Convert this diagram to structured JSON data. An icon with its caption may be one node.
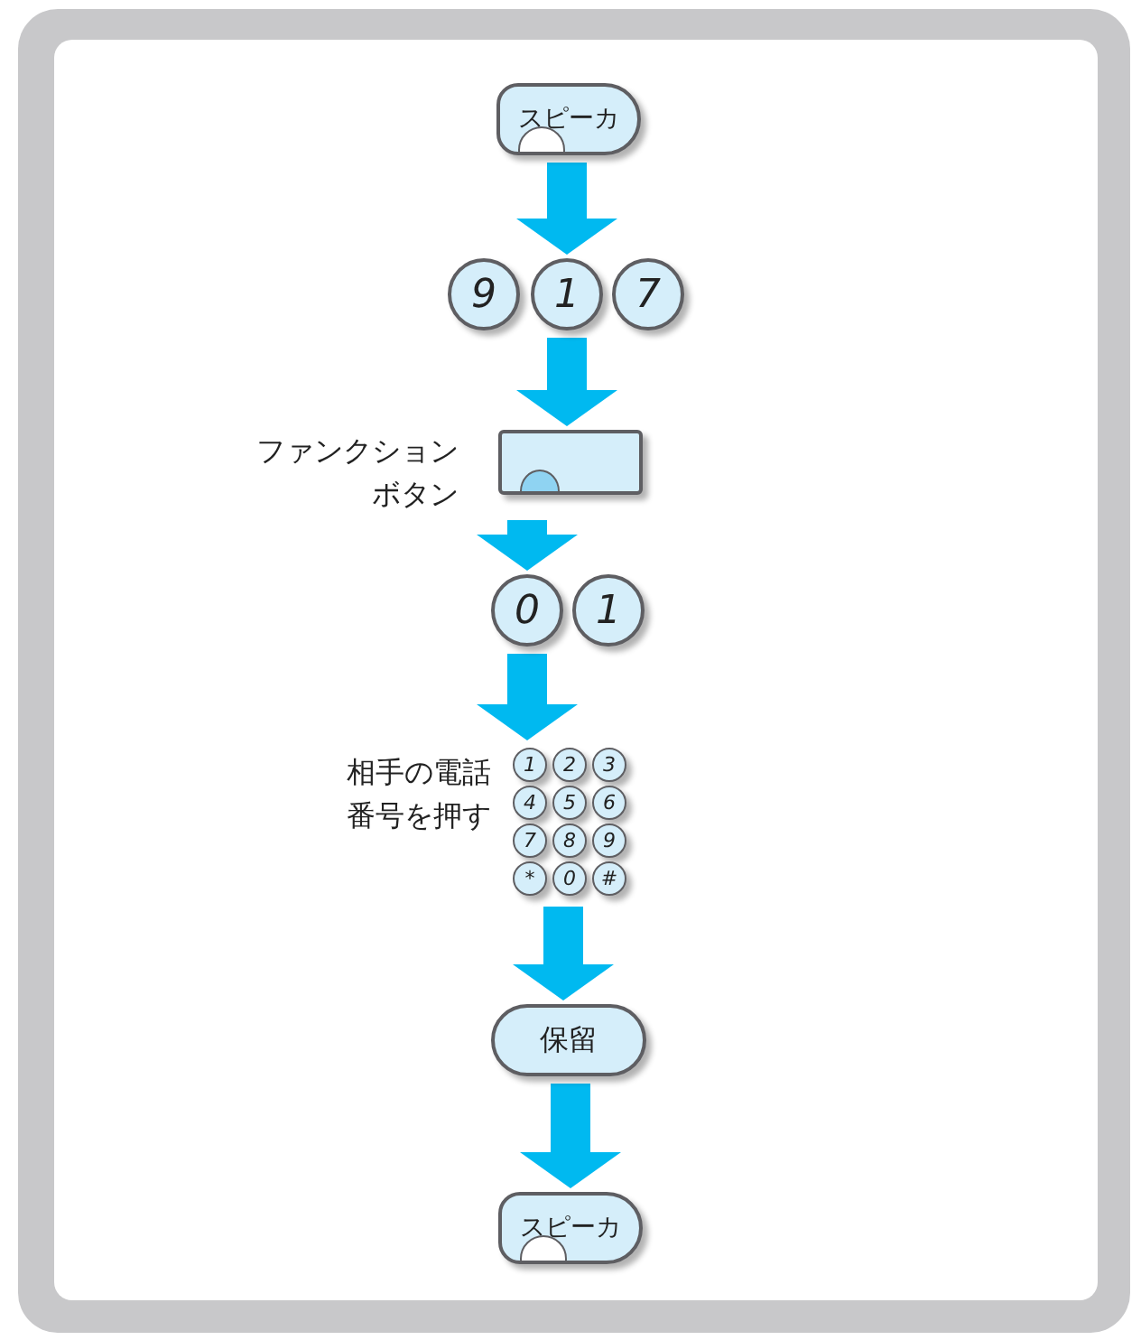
{
  "diagram": {
    "nodes": [
      {
        "text": [
          "スピーカ"
        ]
      },
      {
        "text": [
          "9"
        ]
      },
      {
        "text": [
          "1"
        ]
      },
      {
        "text": [
          "7"
        ]
      },
      {
        "text": [
          "ファンクションボタン"
        ]
      },
      {
        "text": [
          "0"
        ]
      },
      {
        "text": [
          "1"
        ]
      },
      {
        "text": [
          "相手の電話番号を押す"
        ]
      },
      {
        "text": [
          "1"
        ],
        "in": 7
      },
      {
        "text": [
          "2"
        ],
        "in": 7
      },
      {
        "text": [
          "3"
        ],
        "in": 7
      },
      {
        "text": [
          "4"
        ],
        "in": 7
      },
      {
        "text": [
          "5"
        ],
        "in": 7
      },
      {
        "text": [
          "6"
        ],
        "in": 7
      },
      {
        "text": [
          "7"
        ],
        "in": 7
      },
      {
        "text": [
          "8"
        ],
        "in": 7
      },
      {
        "text": [
          "9"
        ],
        "in": 7
      },
      {
        "text": [
          "*"
        ],
        "in": 7
      },
      {
        "text": [
          "0"
        ],
        "in": 7
      },
      {
        "text": [
          "#"
        ],
        "in": 7
      },
      {
        "text": [
          "保留"
        ]
      },
      {
        "text": [
          "スピーカ"
        ]
      }
    ],
    "edges": [
      {
        "from": 0,
        "to": 2,
        "arrow": "to"
      },
      {
        "from": 2,
        "to": 4,
        "arrow": "to"
      },
      {
        "from": 4,
        "to": 5,
        "arrow": "to"
      },
      {
        "from": 5,
        "to": 7,
        "arrow": "to"
      },
      {
        "from": 7,
        "to": 20,
        "arrow": "to"
      },
      {
        "from": 20,
        "to": 21,
        "arrow": "to"
      }
    ]
  }
}
